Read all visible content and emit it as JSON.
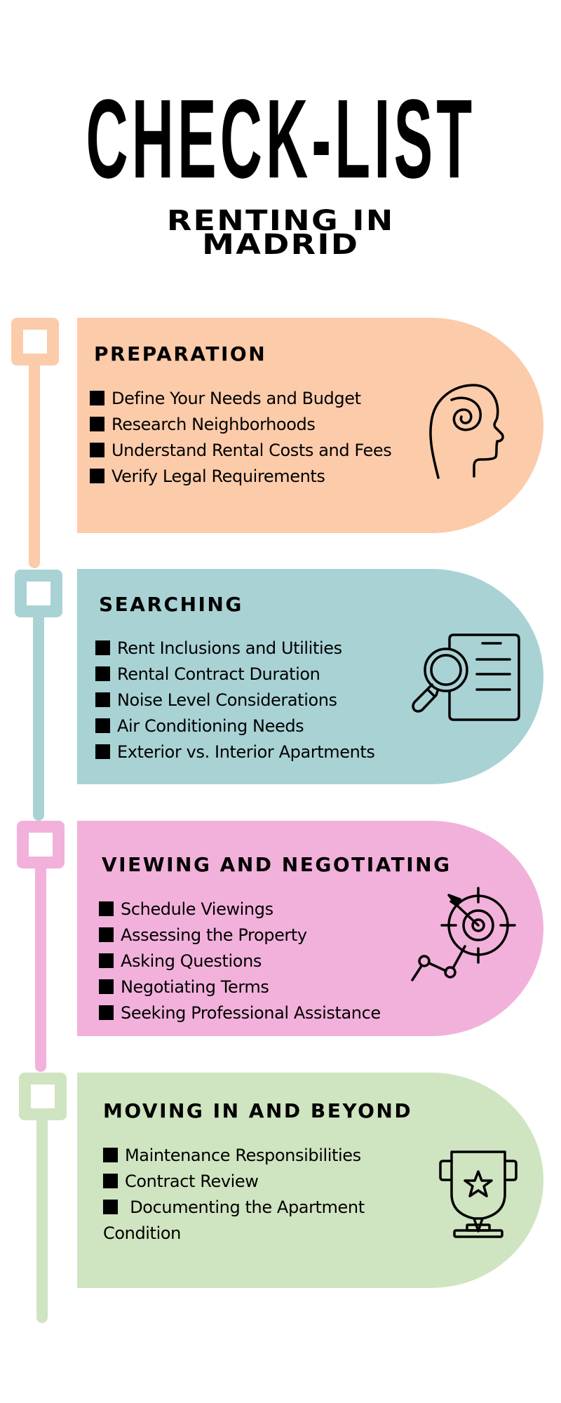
{
  "header": {
    "title": "CHECK-LIST",
    "subtitle_line1": "RENTING IN",
    "subtitle_line2": "MADRID"
  },
  "colors": {
    "preparation": "#FCCBAA",
    "searching": "#A9D2D5",
    "viewing": "#F2B1DB",
    "moving": "#CFE4C0",
    "text": "#000000",
    "background": "#FFFFFF"
  },
  "sections": [
    {
      "title": "PREPARATION",
      "icon": "head-spiral-icon",
      "items": [
        "Define Your Needs and Budget",
        "Research Neighborhoods",
        "Understand Rental Costs and Fees",
        "Verify Legal Requirements"
      ]
    },
    {
      "title": "SEARCHING",
      "icon": "document-magnifier-icon",
      "items": [
        "Rent Inclusions and Utilities",
        "Rental Contract Duration",
        "Noise Level Considerations",
        "Air Conditioning Needs",
        "Exterior vs. Interior Apartments"
      ]
    },
    {
      "title": "VIEWING AND NEGOTIATING",
      "icon": "target-arrow-icon",
      "items": [
        "Schedule Viewings",
        "Assessing the Property",
        "Asking Questions",
        "Negotiating Terms",
        "Seeking Professional Assistance"
      ]
    },
    {
      "title": "MOVING IN AND BEYOND",
      "icon": "trophy-star-icon",
      "items": [
        "Maintenance Responsibilities",
        "Contract Review",
        " Documenting the Apartment Condition"
      ]
    }
  ]
}
